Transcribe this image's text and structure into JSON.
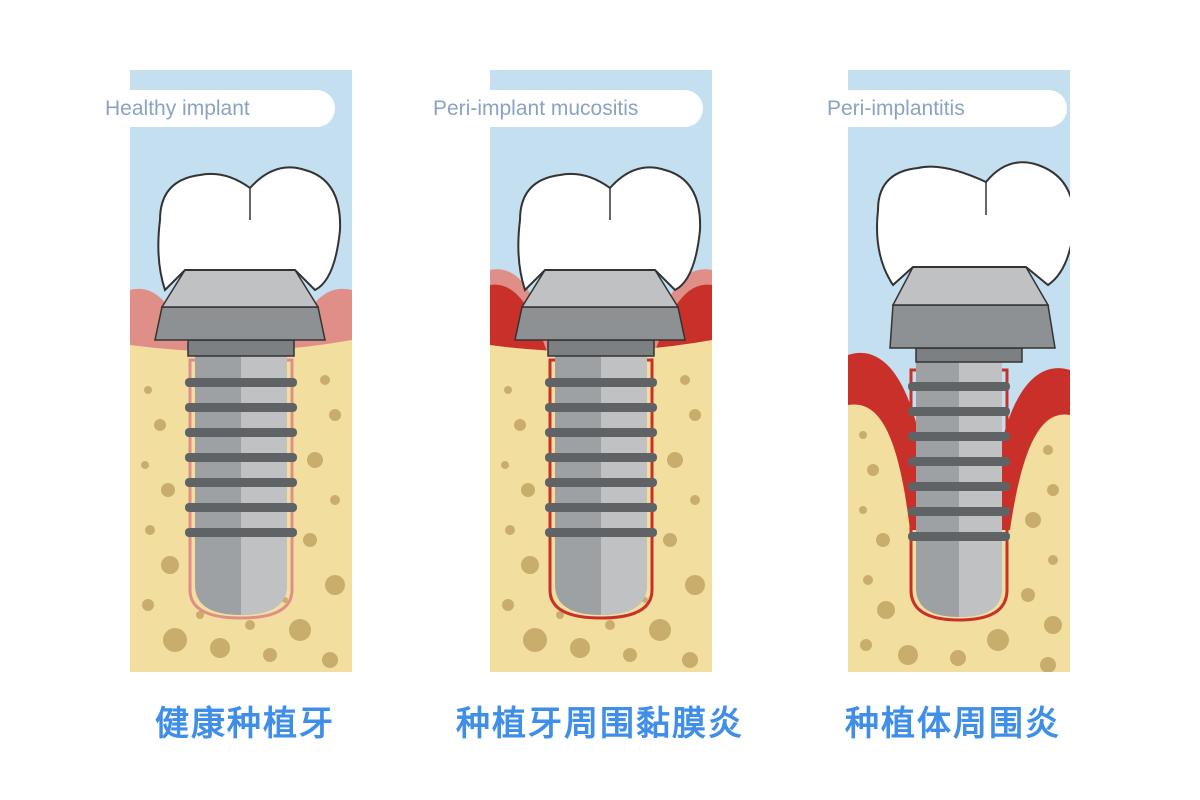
{
  "panels": [
    {
      "label": "Healthy implant",
      "caption": "健康种植牙"
    },
    {
      "label": "Peri-implant mucositis",
      "caption": "种植牙周围黏膜炎"
    },
    {
      "label": "Peri-implantitis",
      "caption": "种植体周围炎"
    }
  ],
  "colors": {
    "sky": "#c4dff0",
    "bone": "#f2dfa0",
    "bone_pore": "#c9ad6d",
    "gum_healthy": "#e08f88",
    "gum_inflamed": "#c9302a",
    "crown": "#ffffff",
    "metal_light": "#bfc1c3",
    "metal_dark": "#8e9194",
    "caption": "#3f8ee8",
    "label_text": "#8aa3c4"
  }
}
